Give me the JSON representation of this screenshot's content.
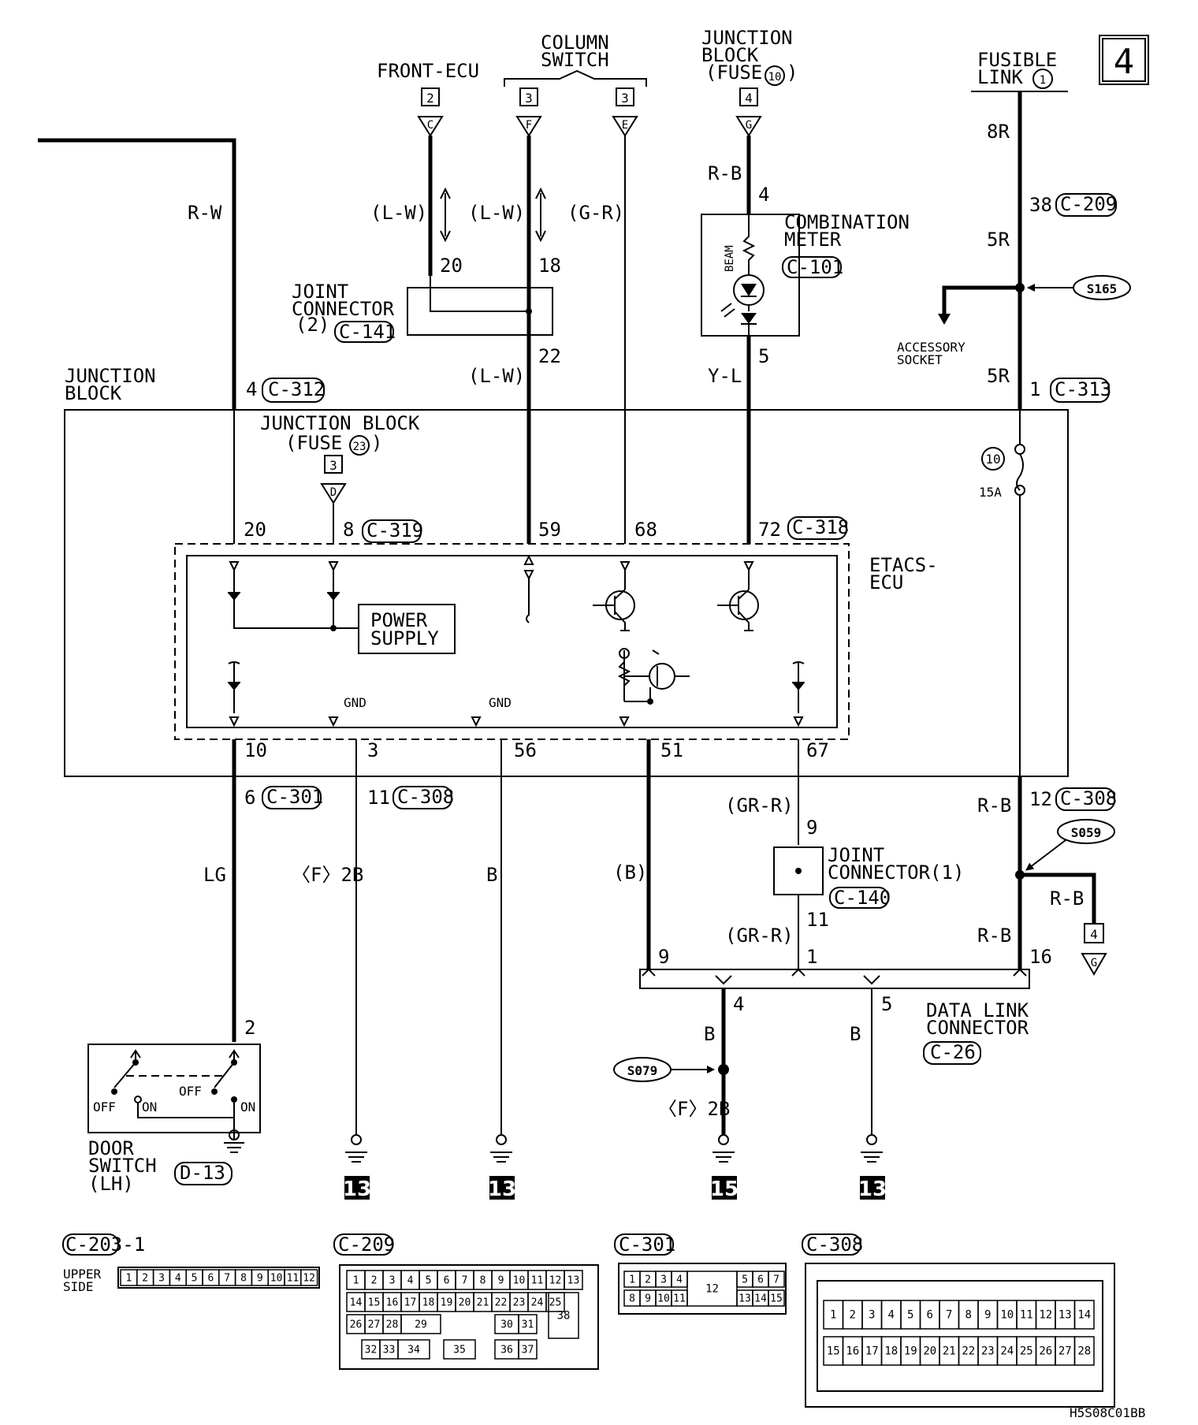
{
  "page_number": "4",
  "diagram_code": "H5S08C01BB",
  "top_sources": {
    "front_ecu": {
      "label": "FRONT-ECU",
      "page": "2",
      "letter": "C"
    },
    "column_switch": {
      "label_line1": "COLUMN",
      "label_line2": "SWITCH",
      "page_f": "3",
      "letter_f": "F",
      "page_e": "3",
      "letter_e": "E"
    },
    "jb_fuse10": {
      "line1": "JUNCTION",
      "line2": "BLOCK",
      "line3": "(FUSE",
      "fuse": "10",
      "page": "4",
      "letter": "G"
    },
    "fusible_link": {
      "line1": "FUSIBLE",
      "line2": "LINK",
      "num": "1"
    }
  },
  "wires": {
    "rw": "R-W",
    "lw1": "(L-W)",
    "lw2": "(L-W)",
    "gr": "(G-R)",
    "rb_top": "R-B",
    "lw3": "(L-W)",
    "yl": "Y-L",
    "r8": "8R",
    "r5a": "5R",
    "r5b": "5R",
    "lg": "LG",
    "f2b": "〈F〉2B",
    "b1": "B",
    "b_paren": "(B)",
    "grr1": "(GR-R)",
    "grr2": "(GR-R)",
    "rb1": "R-B",
    "rb2": "R-B",
    "rb3": "R-B",
    "b_dl": "B",
    "b_dl2": "B",
    "f2b2": "〈F〉2B"
  },
  "pins": {
    "p20_top": "20",
    "p18_top": "18",
    "p22": "22",
    "p4_meter": "4",
    "p5_meter": "5",
    "p38": "38",
    "p1_c313": "1",
    "p4_c312": "4",
    "p20": "20",
    "p8": "8",
    "p59": "59",
    "p68": "68",
    "p72": "72",
    "p10": "10",
    "p3": "3",
    "p56": "56",
    "p51": "51",
    "p67": "67",
    "p6": "6",
    "p11": "11",
    "p12": "12",
    "p9_jc": "9",
    "p11_jc": "11",
    "p9_dl": "9",
    "p1_dl": "1",
    "p16_dl": "16",
    "p4_dl": "4",
    "p5_dl": "5",
    "p2_door": "2"
  },
  "connectors": {
    "c209": "C-209",
    "c101": "C-101",
    "c141": "C-141",
    "c312": "C-312",
    "c313": "C-313",
    "c319": "C-319",
    "c318": "C-318",
    "c301": "C-301",
    "c308a": "C-308",
    "c308b": "C-308",
    "c140": "C-140",
    "c26": "C-26",
    "d13": "D-13"
  },
  "splices": {
    "s165": "S165",
    "s059": "S059",
    "s079": "S079"
  },
  "components": {
    "joint_connector2": {
      "line1": "JOINT",
      "line2": "CONNECTOR",
      "line3": "(2)"
    },
    "combination_meter": {
      "line1": "COMBINATION",
      "line2": "METER",
      "beam": "BEAM"
    },
    "accessory_socket": {
      "line1": "ACCESSORY",
      "line2": "SOCKET"
    },
    "junction_block": {
      "line1": "JUNCTION",
      "line2": "BLOCK"
    },
    "jb_fuse23": {
      "line1": "JUNCTION BLOCK",
      "line2": "(FUSE",
      "fuse": "23",
      "page": "3",
      "letter": "D"
    },
    "fuse10": {
      "num": "10",
      "rating": "15A"
    },
    "etacs": {
      "line1": "ETACS-",
      "line2": "ECU",
      "power1": "POWER",
      "power2": "SUPPLY",
      "gnd1": "GND",
      "gnd2": "GND"
    },
    "joint_connector1": {
      "line1": "JOINT",
      "line2": "CONNECTOR(1)"
    },
    "page4_ref": {
      "page": "4",
      "letter": "G"
    },
    "data_link": {
      "line1": "DATA LINK",
      "line2": "CONNECTOR"
    },
    "door_switch": {
      "line1": "DOOR",
      "line2": "SWITCH",
      "line3": "(LH)",
      "off1": "OFF",
      "on1": "ON",
      "off2": "OFF",
      "on2": "ON"
    }
  },
  "grounds": {
    "g1": "13",
    "g2": "13",
    "g3": "15",
    "g4": "13"
  },
  "connector_views": {
    "c203_1": {
      "title": "C-203-1",
      "side1": "UPPER",
      "side2": "SIDE",
      "pins": [
        "1",
        "2",
        "3",
        "4",
        "5",
        "6",
        "7",
        "8",
        "9",
        "10",
        "11",
        "12"
      ]
    },
    "c209": {
      "title": "C-209",
      "row1": [
        "1",
        "2",
        "3",
        "4",
        "5",
        "6",
        "7",
        "8",
        "9",
        "10",
        "11",
        "12",
        "13"
      ],
      "row2": [
        "14",
        "15",
        "16",
        "17",
        "18",
        "19",
        "20",
        "21",
        "22",
        "23",
        "24",
        "25"
      ],
      "row3": [
        "26",
        "27",
        "28",
        "29",
        "30",
        "31"
      ],
      "row4": [
        "32",
        "33",
        "34",
        "35",
        "36",
        "37"
      ],
      "big": "38"
    },
    "c301": {
      "title": "C-301",
      "row1": [
        "1",
        "2",
        "3",
        "4",
        "5",
        "6",
        "7"
      ],
      "row2": [
        "8",
        "9",
        "10",
        "11",
        "13",
        "14",
        "15"
      ],
      "mid": "12"
    },
    "c308": {
      "title": "C-308",
      "row1": [
        "1",
        "2",
        "3",
        "4",
        "5",
        "6",
        "7",
        "8",
        "9",
        "10",
        "11",
        "12",
        "13",
        "14"
      ],
      "row2": [
        "15",
        "16",
        "17",
        "18",
        "19",
        "20",
        "21",
        "22",
        "23",
        "24",
        "25",
        "26",
        "27",
        "28"
      ]
    }
  }
}
